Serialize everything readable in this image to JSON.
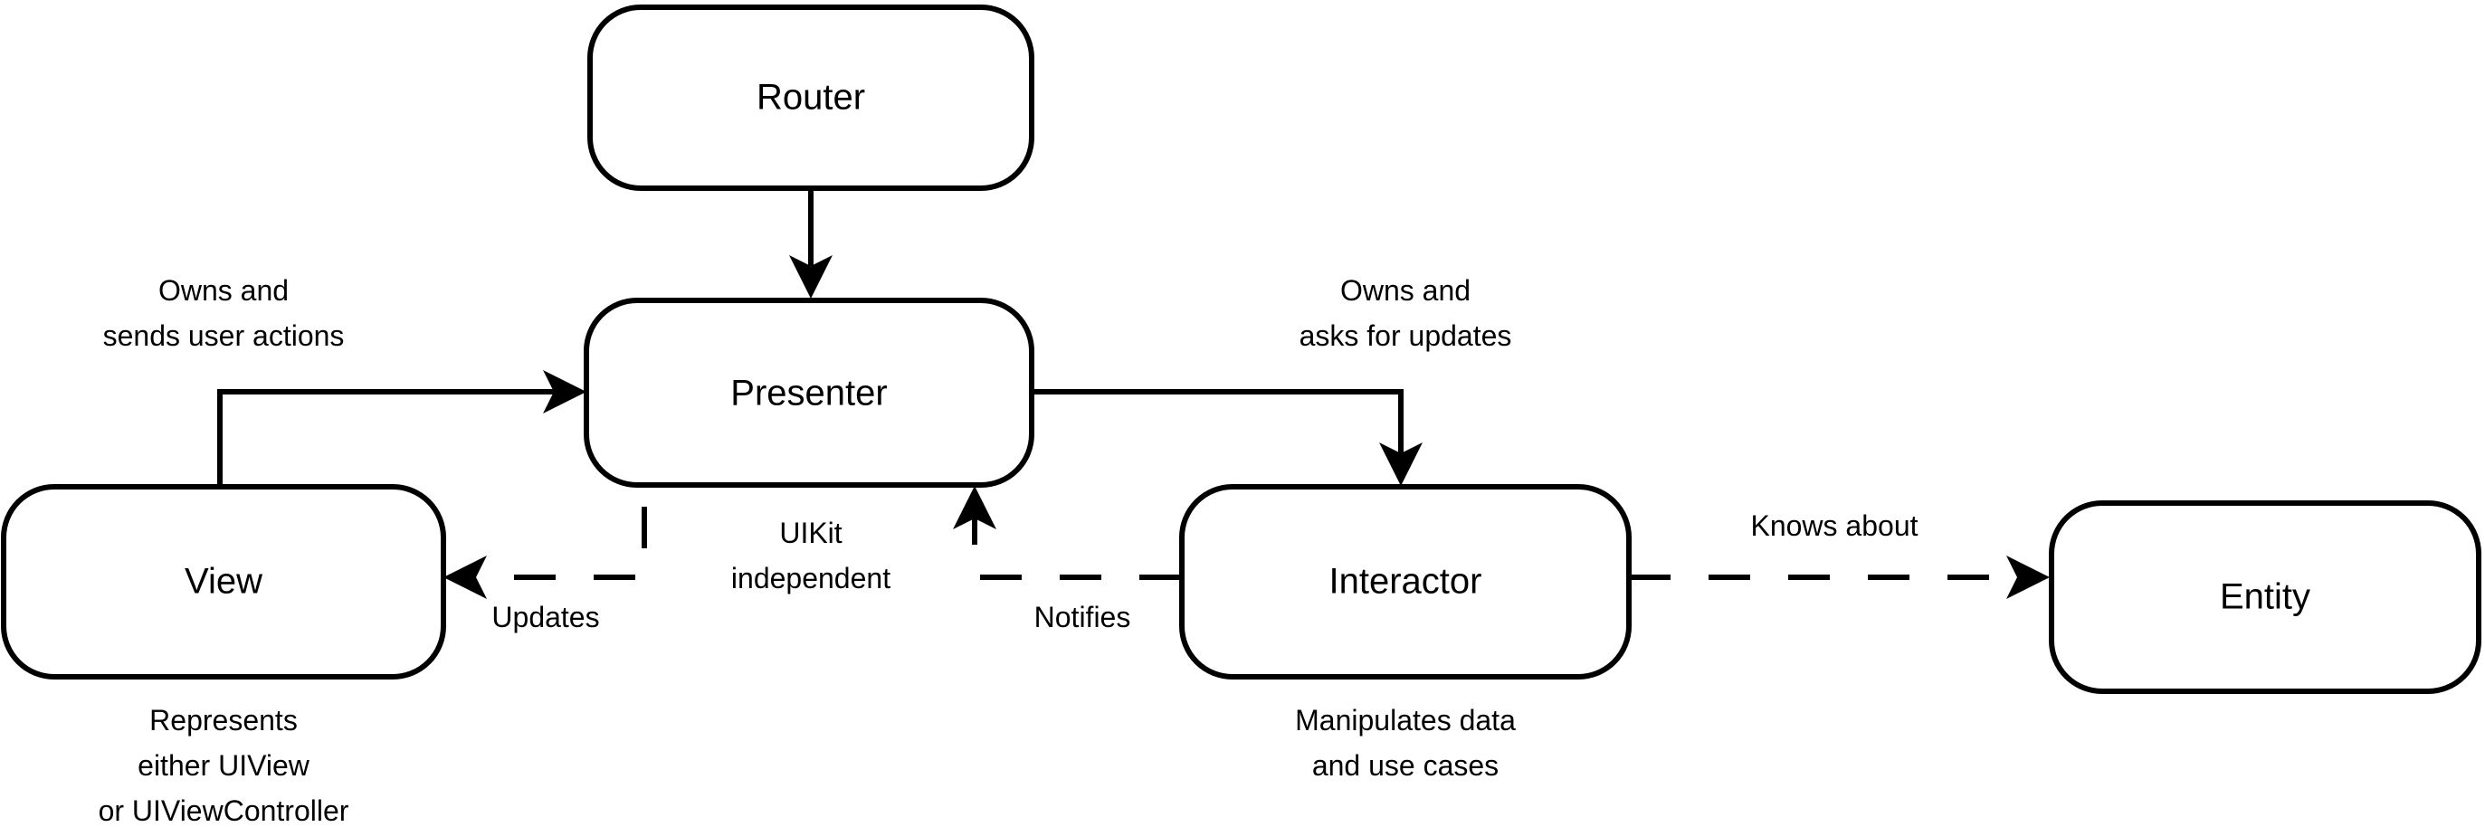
{
  "diagram": {
    "title": "VIPER architecture module relationships",
    "colors": {
      "background": "#ffffff",
      "stroke": "#000000",
      "text": "#000000",
      "node_fill": "#ffffff"
    },
    "nodes": [
      {
        "id": "router",
        "label": "Router"
      },
      {
        "id": "presenter",
        "label": "Presenter"
      },
      {
        "id": "view",
        "label": "View"
      },
      {
        "id": "interactor",
        "label": "Interactor"
      },
      {
        "id": "entity",
        "label": "Entity"
      }
    ],
    "edge_labels": {
      "router_to_presenter": "",
      "view_to_presenter_line1": "Owns and",
      "view_to_presenter_line2": "sends user actions",
      "presenter_to_interactor_line1": "Owns and",
      "presenter_to_interactor_line2": "asks for updates",
      "presenter_to_view": "Updates",
      "interactor_to_presenter": "Notifies",
      "interactor_to_entity": "Knows about"
    },
    "annotations": {
      "uikit_line1": "UIKit",
      "uikit_line2": "independent",
      "view_caption_line1": "Represents",
      "view_caption_line2": "either UIView",
      "view_caption_line3": "or UIViewController",
      "interactor_caption_line1": "Manipulates data",
      "interactor_caption_line2": "and use cases"
    }
  }
}
